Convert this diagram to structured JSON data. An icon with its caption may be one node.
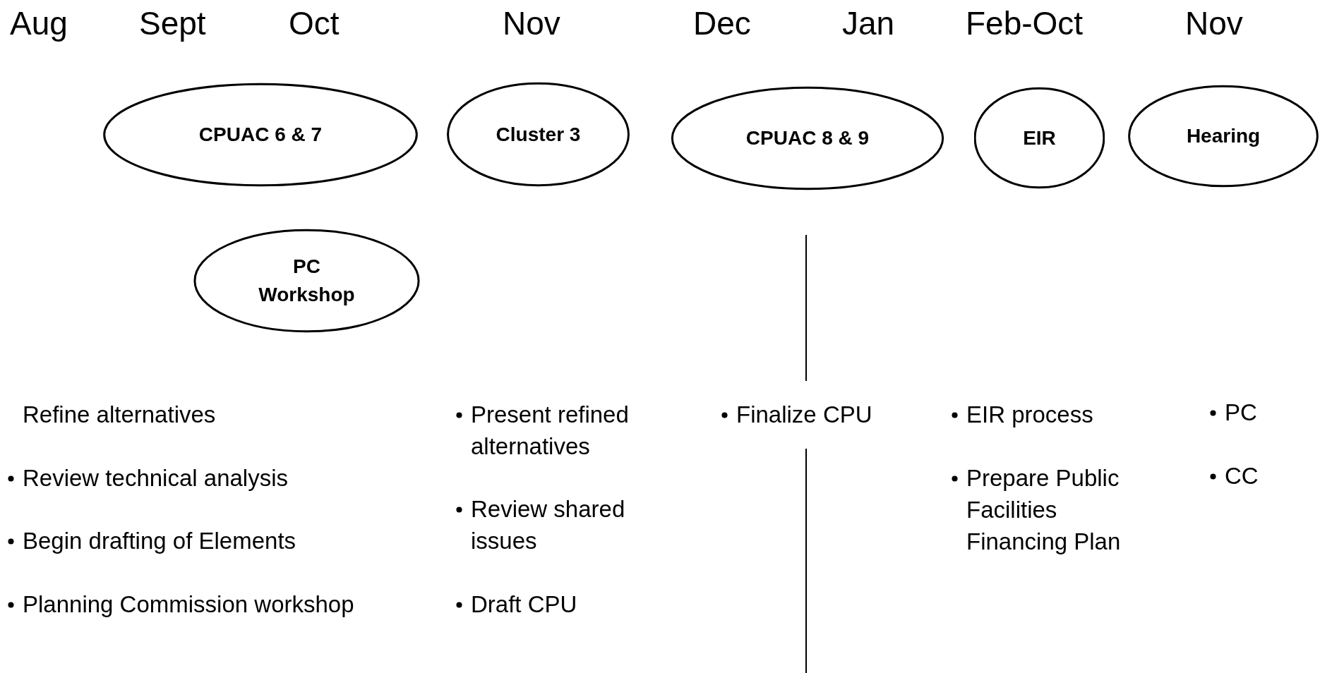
{
  "diagram": {
    "nodes": [
      {
        "text": [
          "CPUAC 6 & 7"
        ]
      },
      {
        "text": [
          "Cluster 3"
        ]
      },
      {
        "text": [
          "CPUAC 8 & 9"
        ]
      },
      {
        "text": [
          "EIR"
        ]
      },
      {
        "text": [
          "Hearing"
        ]
      },
      {
        "text": [
          "PC Workshop"
        ]
      }
    ],
    "labels": [
      "Aug",
      "Sept",
      "Oct",
      "Nov",
      "Dec",
      "Jan",
      "Feb-Oct",
      "Nov",
      "Refine alternatives",
      "Review technical analysis",
      "Begin drafting of Elements",
      "Planning Commission workshop",
      "Present refined alternatives",
      "Review shared issues",
      "Draft CPU",
      "Finalize CPU",
      "EIR process",
      "Prepare Public Facilities Financing Plan",
      "PC",
      "CC"
    ]
  }
}
